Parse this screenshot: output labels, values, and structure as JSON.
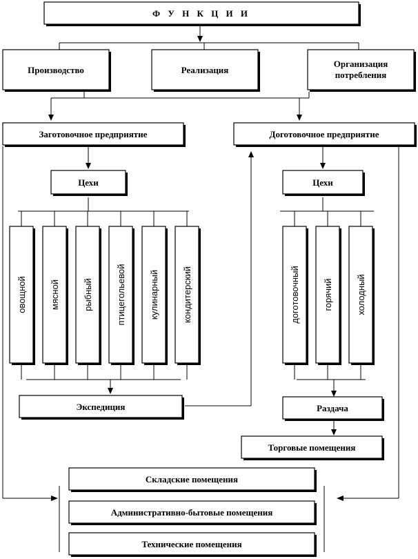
{
  "title": "Ф У Н К Ц И И",
  "functions": {
    "production": "Производство",
    "sales": "Реализация",
    "organization_line1": "Организация",
    "organization_line2": "потребления"
  },
  "procurement": {
    "enterprise": "Заготовочное предприятие",
    "shops_label": "Цехи",
    "shops": [
      "овощной",
      "мясной",
      "рыбный",
      "птицегольевой",
      "кулинарный",
      "кондитерский"
    ],
    "dispatch": "Экспедиция"
  },
  "finishing": {
    "enterprise": "Доготовочное предприятие",
    "shops_label": "Цехи",
    "shops": [
      "доготовочный",
      "горячий",
      "холодный"
    ],
    "serving": "Раздача",
    "trade_rooms": "Торговые помещения"
  },
  "premises": {
    "storage": "Складские помещения",
    "admin": "Административно-бытовые помещения",
    "technical": "Технические помещения"
  }
}
